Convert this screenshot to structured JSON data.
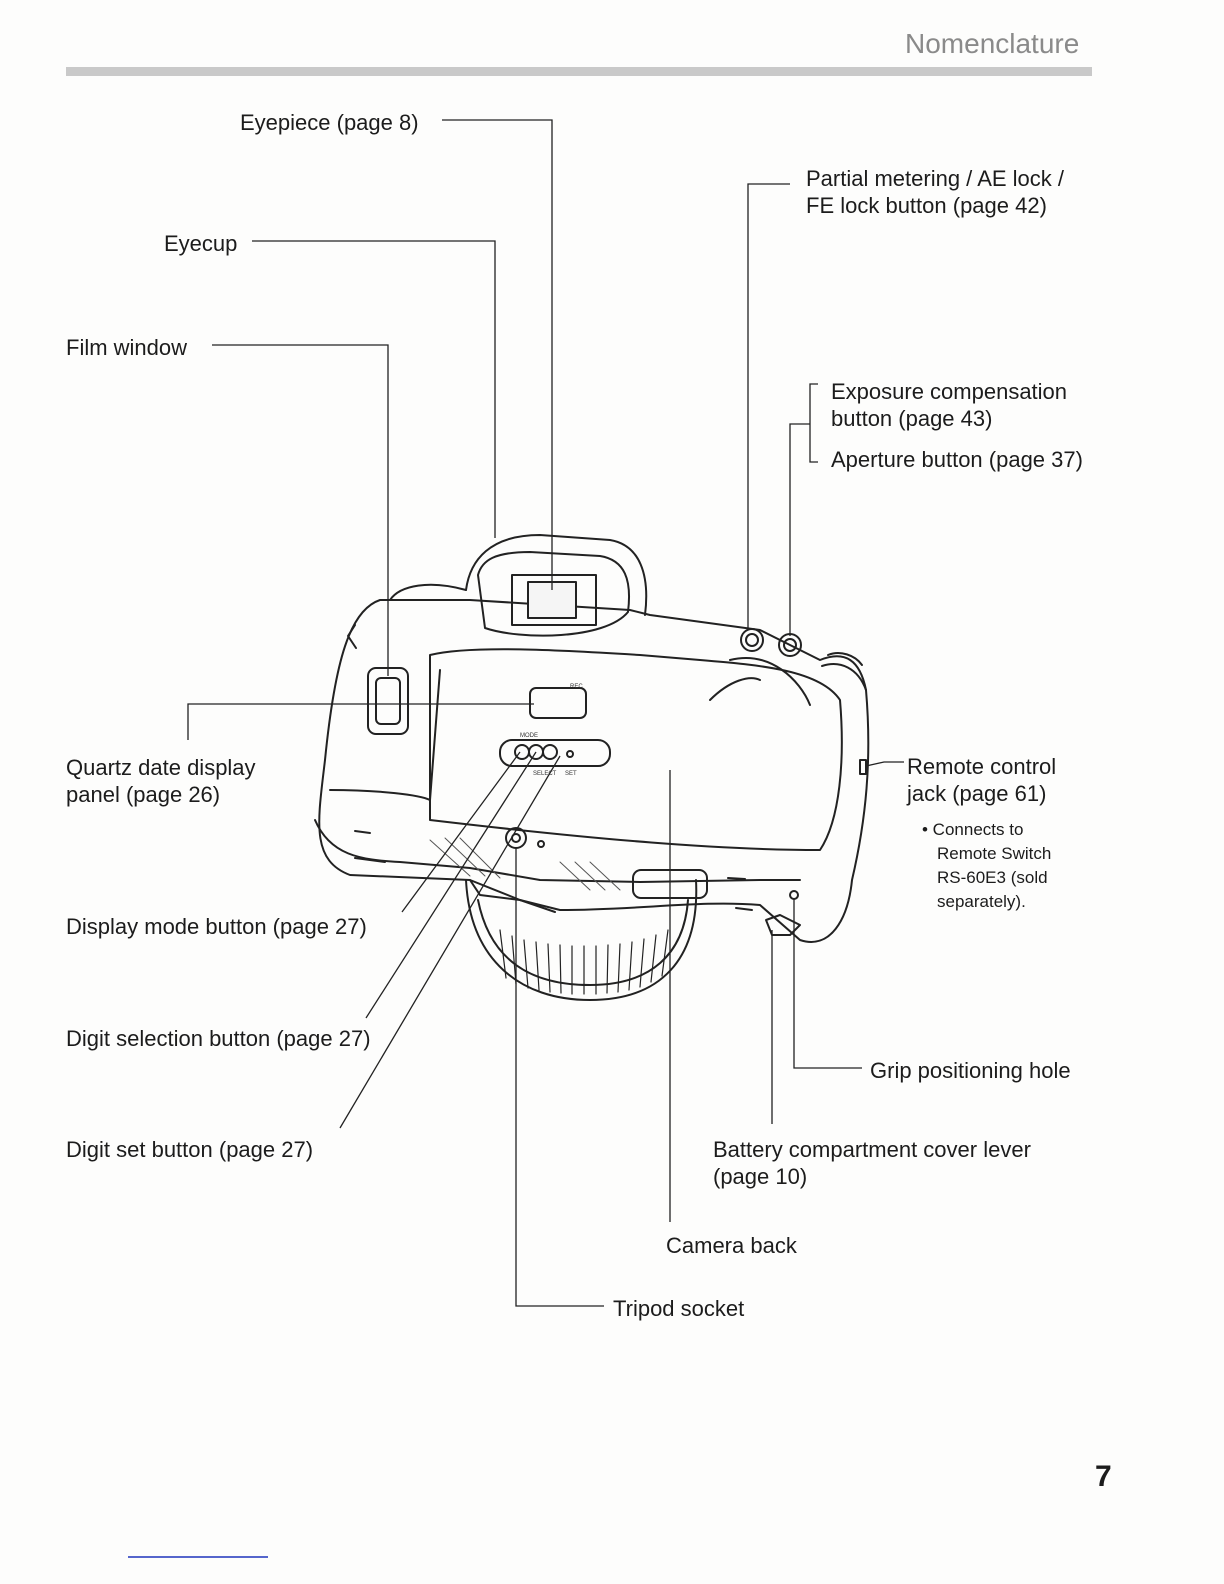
{
  "header": {
    "title": "Nomenclature"
  },
  "labels": {
    "eyepiece": "Eyepiece (page 8)",
    "eyecup": "Eyecup",
    "film_window": "Film window",
    "partial_metering_line1": "Partial metering / AE lock /",
    "partial_metering_line2": "FE lock button (page 42)",
    "exposure_comp_line1": "Exposure compensation",
    "exposure_comp_line2": "button (page 43)",
    "aperture_button": "Aperture button (page 37)",
    "quartz_line1": "Quartz date display",
    "quartz_line2": "panel (page 26)",
    "remote_line1": "Remote control",
    "remote_line2": "jack (page 61)",
    "remote_note": [
      "• Connects to",
      "Remote Switch",
      "RS-60E3 (sold",
      "separately)."
    ],
    "display_mode": "Display mode button (page 27)",
    "digit_selection": "Digit selection button (page 27)",
    "digit_set": "Digit set button (page 27)",
    "grip_hole": "Grip positioning hole",
    "battery_line1": "Battery compartment cover lever",
    "battery_line2": "(page 10)",
    "camera_back": "Camera back",
    "tripod_socket": "Tripod socket"
  },
  "camera_marks": {
    "rec": "REC",
    "mode": "MODE",
    "select": "SELECT",
    "set": "SET"
  },
  "page_number": "7"
}
